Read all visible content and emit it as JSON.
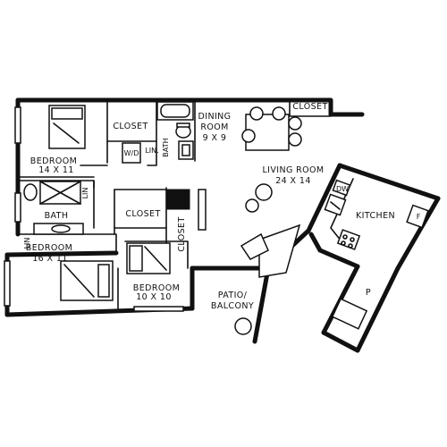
{
  "rooms": {
    "bedroom1": {
      "name": "BEDROOM",
      "size": "14 X 11"
    },
    "bedroom2": {
      "name": "BEDROOM",
      "size": "16 X 11"
    },
    "bedroom3": {
      "name": "BEDROOM",
      "size": "10 X 10"
    },
    "living": {
      "name": "LIVING ROOM",
      "size": "24 X 14"
    },
    "dining": {
      "name_line1": "DINING",
      "name_line2": "ROOM",
      "size": "9 X 9"
    },
    "kitchen": {
      "name": "KITCHEN"
    },
    "bath1": {
      "name": "BATH"
    },
    "bath2": {
      "name": "BATH"
    },
    "patio": {
      "name_line1": "PATIO/",
      "name_line2": "BALCONY"
    }
  },
  "closets": {
    "c1": "CLOSET",
    "c2": "CLOSET",
    "c3": "CLOSET",
    "c4": "CLOSET"
  },
  "small_labels": {
    "lin1": "LIN.",
    "lin2": "LIN",
    "lin3": "LIN",
    "wd": "W/D",
    "dw": "DW",
    "fridge": "F",
    "pantry": "P"
  }
}
